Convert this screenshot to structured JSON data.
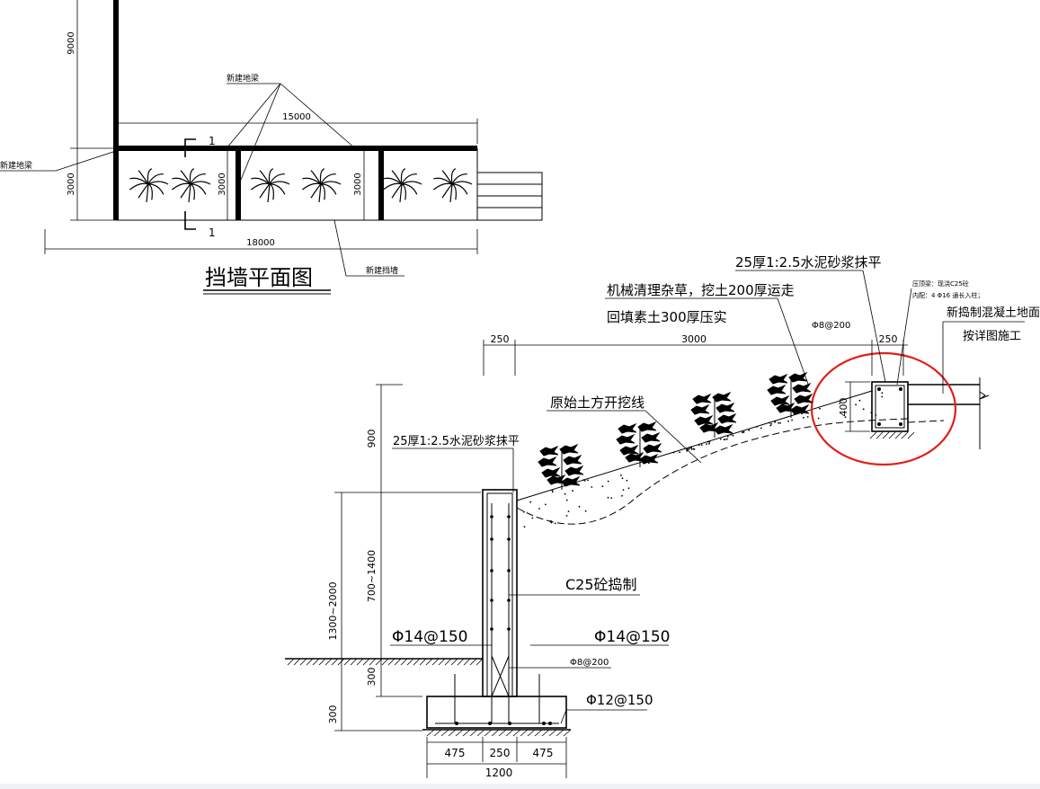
{
  "plan": {
    "title": "挡墙平面图",
    "dim_vertical_top": "9000",
    "dim_vertical_left": "3000",
    "dim_bay_1": "3000",
    "dim_bay_2": "3000",
    "dim_overall_top": "15000",
    "dim_overall_bottom": "18000",
    "label_new_beam_top": "新建地梁",
    "label_new_beam_left": "新建地梁",
    "label_new_wall": "新建挡墙",
    "section_mark_top": "1",
    "section_mark_bottom": "1"
  },
  "section": {
    "note_top_mortar": "25厚1:2.5水泥砂浆抹平",
    "note_clear_1": "机械清理杂草，挖土200厚运走",
    "note_clear_2": "回填素土300厚压实",
    "note_wall_mortar": "25厚1:2.5水泥砂浆抹平",
    "note_excavation": "原始土方开挖线",
    "note_concrete": "C25砼捣制",
    "rebar_left": "Φ14@150",
    "rebar_right": "Φ14@150",
    "rebar_stirrup": "Φ8@200",
    "rebar_footing": "Φ12@150",
    "rebar_beam_stirrup": "Φ8@200",
    "beam_note_1": "压顶梁：现浇C25砼",
    "beam_note_2": "内配：4 Φ16 通长入柱；",
    "ground_note_1": "新捣制混凝土地面",
    "ground_note_2": "按详图施工",
    "dim_h_250_left": "250",
    "dim_h_3000": "3000",
    "dim_h_250_right": "250",
    "dim_v_900": "900",
    "dim_v_700_1400": "700~1400",
    "dim_v_1300_2000": "1300~2000",
    "dim_v_300_a": "300",
    "dim_v_300_b": "300",
    "dim_v_400": "400",
    "dim_foot_475_l": "475",
    "dim_foot_250": "250",
    "dim_foot_475_r": "475",
    "dim_foot_1200": "1200"
  },
  "highlight": {
    "color": "#e0201a",
    "shape": "ellipse"
  }
}
